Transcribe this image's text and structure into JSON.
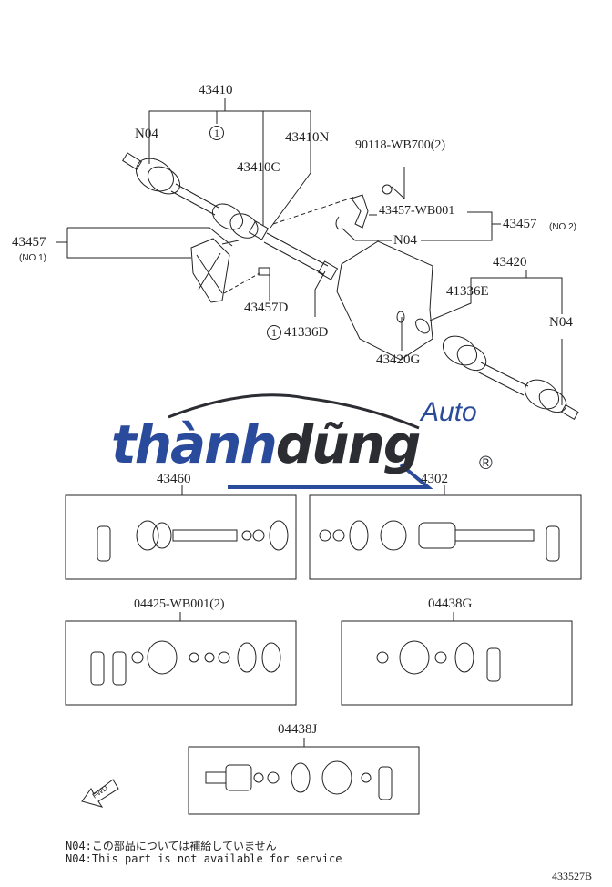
{
  "diagram": {
    "labels": {
      "l43410": "43410",
      "n04_a": "N04",
      "circle1_a": "1",
      "l43410N": "43410N",
      "l43410C": "43410C",
      "l90118": "90118-WB700(2)",
      "l43457wb": "43457-WB001",
      "l43457no2": "43457",
      "no2": "(NO.2)",
      "n04_b": "N04",
      "l43457no1": "43457",
      "no1": "(NO.1)",
      "l43457D": "43457D",
      "circle1_b": "1",
      "l41336D": "41336D",
      "l43420": "43420",
      "l41336E": "41336E",
      "n04_c": "N04",
      "l43420G": "43420G",
      "l43460": "43460",
      "l4302x": "4302",
      "l04425": "04425-WB001(2)",
      "l04438G": "04438G",
      "l04438J": "04438J",
      "fwd": "FWD"
    },
    "notes": {
      "jp": "N04:この部品については補給していません",
      "en": "N04:This part is not available for service"
    },
    "figure_id": "433527B"
  },
  "watermark": {
    "part1": "thành",
    "part2": "dũng",
    "auto": "Auto",
    "reg": "®"
  },
  "colors": {
    "brand_blue": "#2a4a9c",
    "brand_dark": "#2b2d33",
    "line": "#222222"
  }
}
